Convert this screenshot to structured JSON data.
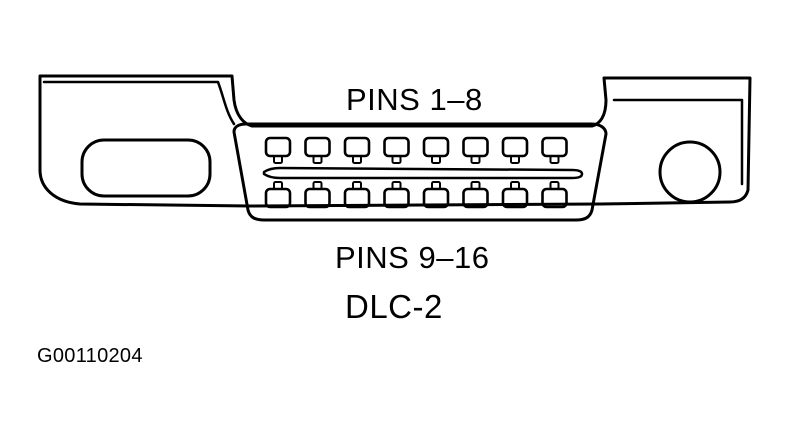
{
  "connector": {
    "top_pins_label": "PINS 1–8",
    "bottom_pins_label": "PINS 9–16",
    "name": "DLC-2",
    "top_pin_count": 8,
    "bottom_pin_count": 8
  },
  "figure_code": "G00110204",
  "colors": {
    "ink": "#000000",
    "paper": "#ffffff"
  }
}
